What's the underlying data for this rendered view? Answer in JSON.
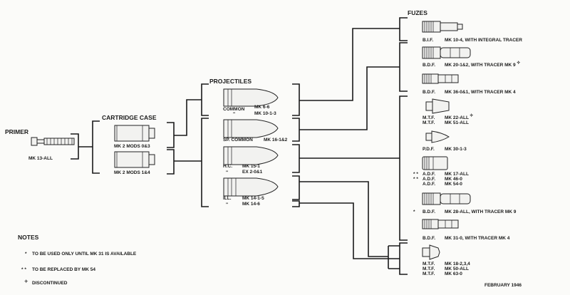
{
  "primer": {
    "heading": "PRIMER",
    "model": "MK 13-ALL"
  },
  "cartridge_case": {
    "heading": "CARTRIDGE CASE",
    "items": [
      "MK 2 MODS 0&3",
      "MK 2 MODS 1&4"
    ]
  },
  "projectiles": {
    "heading": "PROJECTILES",
    "items": [
      {
        "type": "COMMON",
        "marks": [
          "MK 6-6",
          "MK 10-1-3"
        ],
        "ditto": "\""
      },
      {
        "type": "SP. COMMON",
        "marks": [
          "MK 16-1&2"
        ]
      },
      {
        "type": "H.C.",
        "marks": [
          "MK 15-1",
          "EX 2-0&1"
        ],
        "ditto": "\""
      },
      {
        "type": "ILL.",
        "marks": [
          "MK 14-1-5",
          "MK 14-6"
        ],
        "ditto": "\""
      }
    ]
  },
  "fuzes": {
    "heading": "FUZES",
    "items": [
      {
        "note": "",
        "type": "B.I.F.",
        "mark": "MK 10-4, WITH INTEGRAL TRACER"
      },
      {
        "note": "",
        "type": "B.D.F.",
        "mark": "MK 20-1&2, WITH TRACER MK 9",
        "suffix": "✧"
      },
      {
        "note": "",
        "type": "B.D.F.",
        "mark": "MK 36-0&1, WITH TRACER MK 4"
      },
      {
        "note": "",
        "type": "M.T.F.",
        "mark": "MK 22-ALL",
        "suffix": "✧"
      },
      {
        "note": "",
        "type": "M.T.F.",
        "mark": "MK 51-ALL"
      },
      {
        "note": "",
        "type": "P.D.F.",
        "mark": "MK 30-1-3"
      },
      {
        "note": "* *",
        "type": "A.D.F.",
        "mark": "MK 17-ALL"
      },
      {
        "note": "* *",
        "type": "A.D.F.",
        "mark": "MK 46-0"
      },
      {
        "note": "",
        "type": "A.D.F.",
        "mark": "MK 54-0"
      },
      {
        "note": "*",
        "type": "B.D.F.",
        "mark": "MK 28-ALL, WITH TRACER MK 9"
      },
      {
        "note": "",
        "type": "B.D.F.",
        "mark": "MK 31-0, WITH TRACER MK 4"
      },
      {
        "note": "",
        "type": "M.T.F.",
        "mark": "MK 18-2,3,4"
      },
      {
        "note": "",
        "type": "M.T.F.",
        "mark": "MK 50-ALL"
      },
      {
        "note": "",
        "type": "M.T.F.",
        "mark": "MK 63-0"
      }
    ]
  },
  "notes": {
    "heading": "NOTES",
    "items": [
      {
        "symbol": "*",
        "text": "TO BE USED ONLY UNTIL MK 31 IS AVAILABLE"
      },
      {
        "symbol": "* *",
        "text": "TO BE REPLACED BY MK 54"
      },
      {
        "symbol": "✧",
        "text": "DISCONTINUED"
      }
    ]
  },
  "date": "FEBRUARY 1946"
}
